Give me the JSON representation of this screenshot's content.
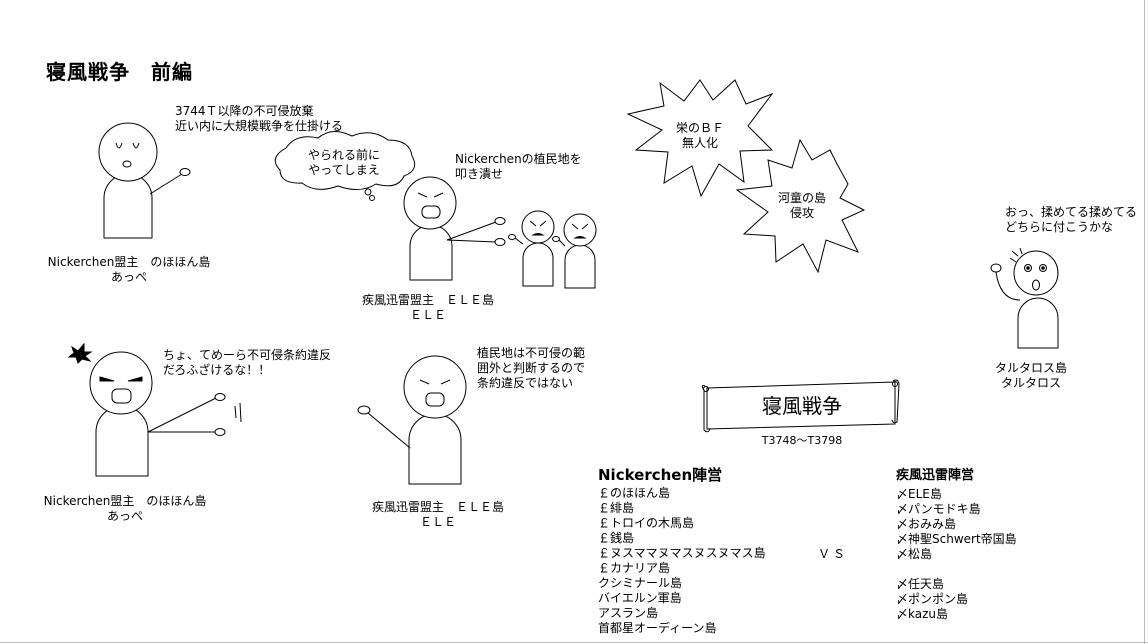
{
  "title": "寝風戦争　前編",
  "scene1": {
    "speech": [
      "3744Ｔ以降の不可侵放棄",
      "近い内に大規模戦争を仕掛ける"
    ],
    "thought": [
      "やられる前に",
      "やってしまえ"
    ],
    "caption": [
      "Nickerchen盟主　のほほん島",
      "あっぺ"
    ]
  },
  "scene2": {
    "speech": [
      "Nickerchenの植民地を",
      "叩き潰せ"
    ],
    "caption": [
      "疾風迅雷盟主　ＥＬＥ島",
      "ＥＬＥ"
    ]
  },
  "bursts": {
    "first": [
      "栄のＢＦ",
      "無人化"
    ],
    "second": [
      "河童の島",
      "侵攻"
    ]
  },
  "scene3": {
    "speech": [
      "おっ、揉めてる揉めてる",
      "どちらに付こうかな"
    ],
    "caption": [
      "タルタロス島",
      "タルタロス"
    ]
  },
  "scene4": {
    "speech": [
      "ちょ、てめーら不可侵条約違反",
      "だろふざけるな！！"
    ],
    "caption": [
      "Nickerchen盟主　のほほん島",
      "あっぺ"
    ]
  },
  "scene5": {
    "speech": [
      "植民地は不可侵の範",
      "囲外と判断するので",
      "条約違反ではない"
    ],
    "caption": [
      "疾風迅雷盟主　ＥＬＥ島",
      "ＥＬＥ"
    ]
  },
  "banner": {
    "label": "寝風戦争",
    "period": "T3748〜T3798"
  },
  "factions": {
    "vs": "ＶＳ",
    "left": {
      "header": "Nickerchen陣営",
      "members": [
        "￡のほほん島",
        "￡緋島",
        "￡トロイの木馬島",
        "￡銭島",
        "￡ヌスママヌマスヌスヌマス島",
        "￡カナリア島",
        "クシミナール島",
        "バイエルン軍島",
        "アスラン島",
        "首都星オーディーン島"
      ]
    },
    "right": {
      "header": "疾風迅雷陣営",
      "members": [
        "〆ELE島",
        "〆パンモドキ島",
        "〆おみみ島",
        "〆神聖Schwert帝国島",
        "〆松島",
        "",
        "〆任天島",
        "〆ポンポン島",
        "〆kazu島"
      ]
    }
  }
}
